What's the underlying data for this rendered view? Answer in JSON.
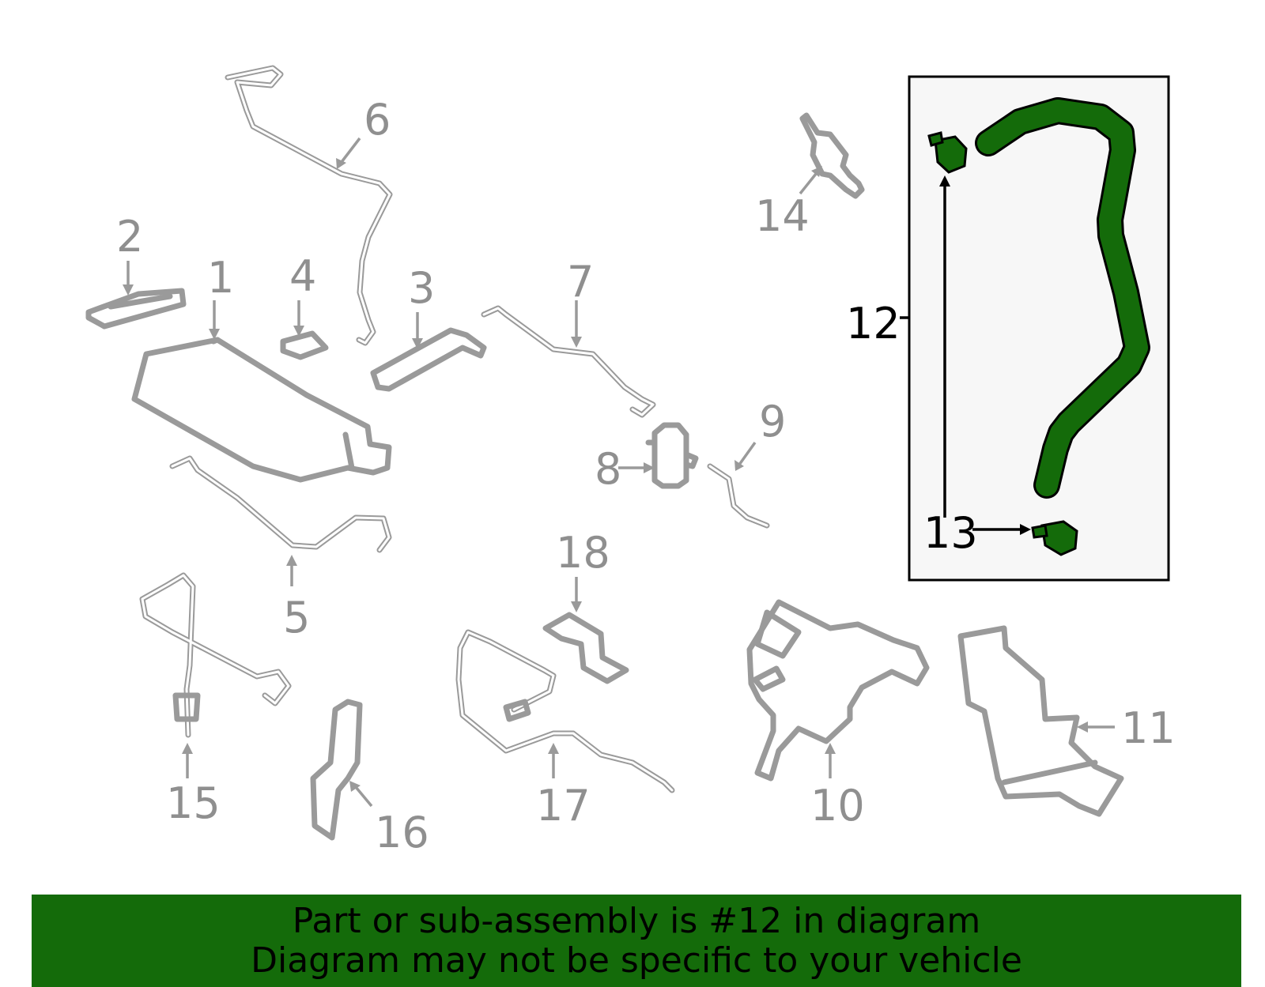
{
  "colors": {
    "highlight": "#146b0a",
    "part_gray": "#9a9a9a",
    "label_gray": "#8f8f8f",
    "footer_bg": "#146b0a",
    "inset_bg": "#f7f7f7"
  },
  "callouts": {
    "c1": "1",
    "c2": "2",
    "c3": "3",
    "c4": "4",
    "c5": "5",
    "c6": "6",
    "c7": "7",
    "c8": "8",
    "c9": "9",
    "c10": "10",
    "c11": "11",
    "c12": "12",
    "c13": "13",
    "c14": "14",
    "c15": "15",
    "c16": "16",
    "c17": "17",
    "c18": "18"
  },
  "highlighted_part": "12",
  "footer": {
    "line1": "Part or sub-assembly is #12 in diagram",
    "line2": "Diagram may not be specific to your vehicle"
  }
}
